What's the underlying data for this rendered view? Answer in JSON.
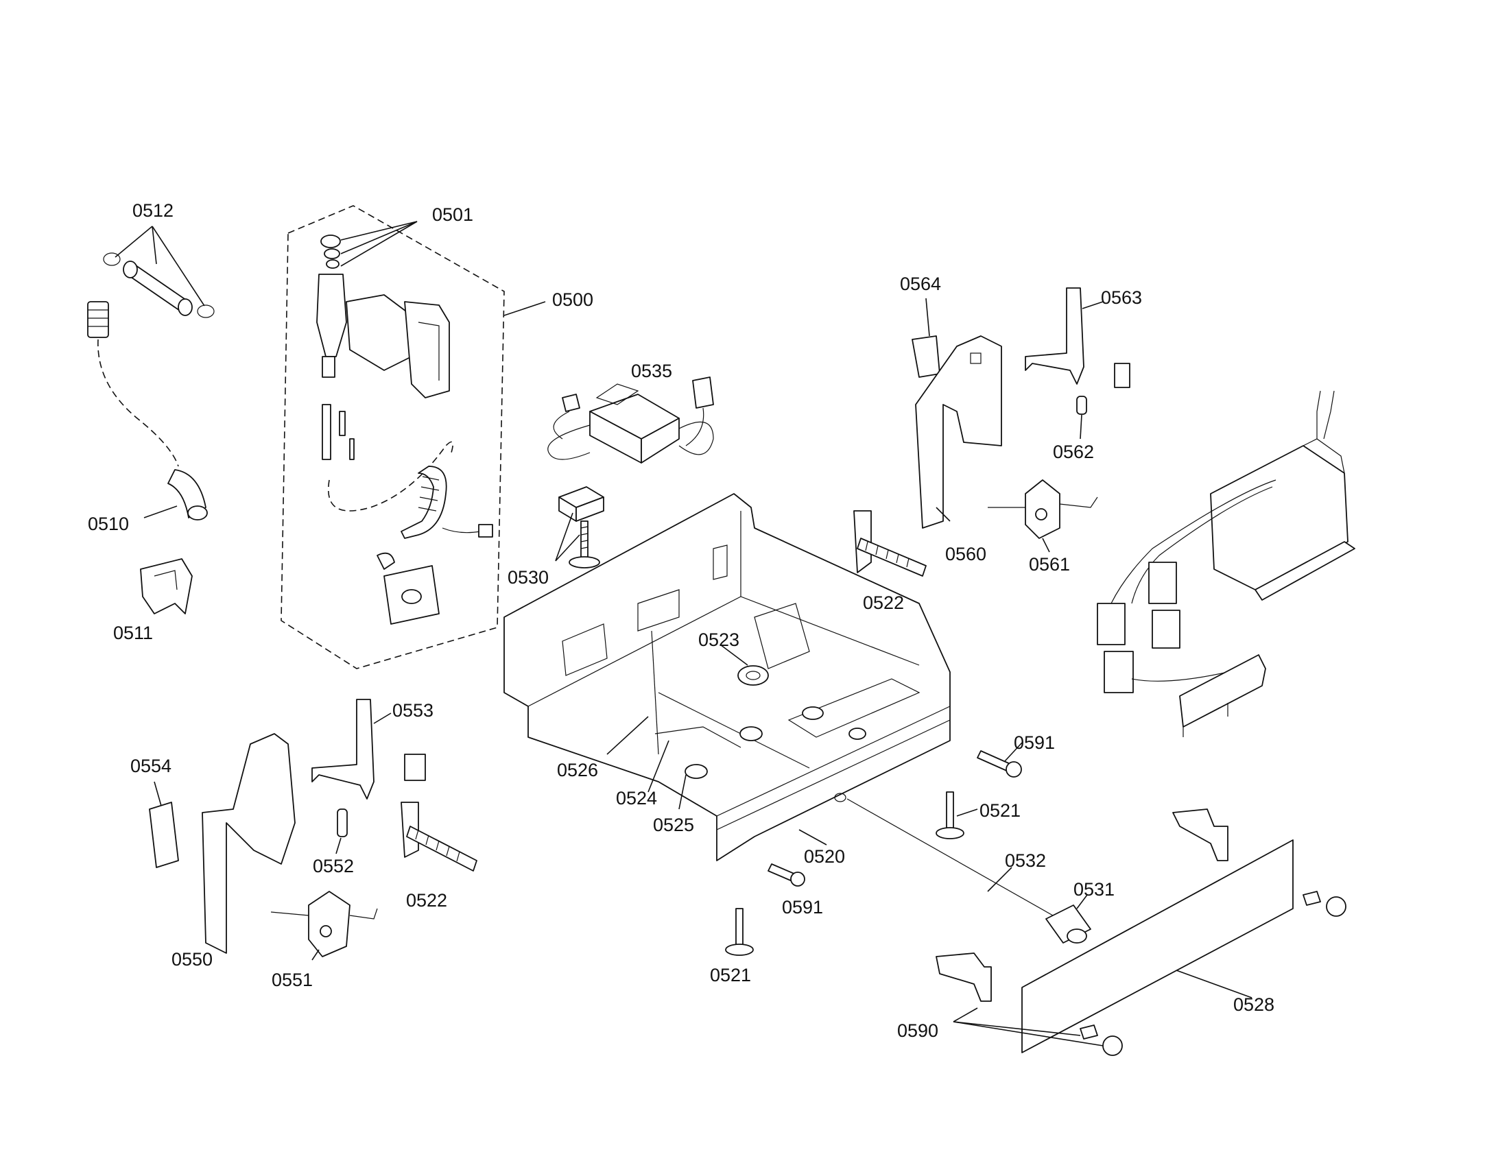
{
  "callouts": {
    "c0512": "0512",
    "c0501": "0501",
    "c0500": "0500",
    "c0510": "0510",
    "c0511": "0511",
    "c0535": "0535",
    "c0530": "0530",
    "c0564": "0564",
    "c0563": "0563",
    "c0562": "0562",
    "c0560": "0560",
    "c0561": "0561",
    "c0522a": "0522",
    "c0523": "0523",
    "c0553": "0553",
    "c0554": "0554",
    "c0552": "0552",
    "c0550": "0550",
    "c0551": "0551",
    "c0522b": "0522",
    "c0526": "0526",
    "c0524": "0524",
    "c0525": "0525",
    "c0520": "0520",
    "c0591a": "0591",
    "c0521a": "0521",
    "c0591b": "0591",
    "c0521b": "0521",
    "c0532": "0532",
    "c0531": "0531",
    "c0528": "0528",
    "c0590": "0590"
  }
}
